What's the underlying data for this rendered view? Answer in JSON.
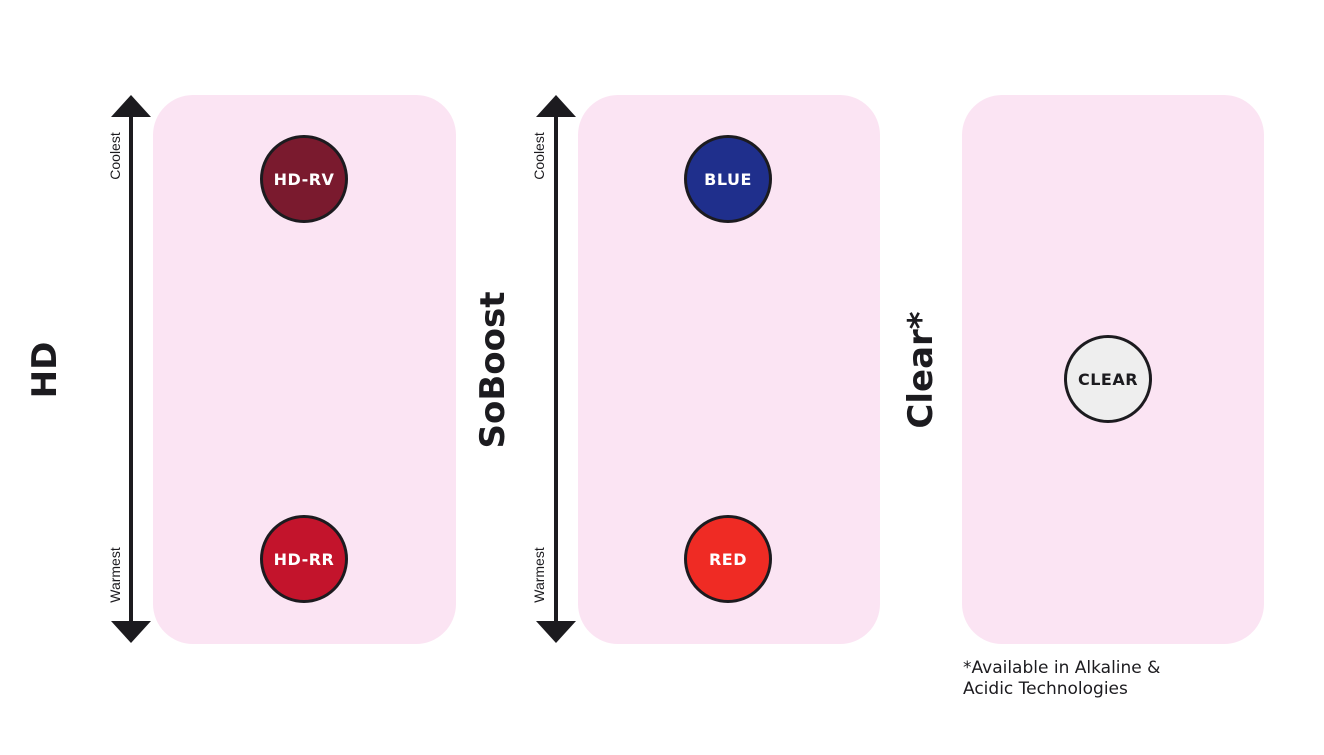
{
  "groups": [
    {
      "title": "HD",
      "axis": {
        "top_label": "Coolest",
        "bottom_label": "Warmest"
      },
      "swatches": [
        {
          "label": "HD-RV",
          "color": "#7a1a2e",
          "text_color": "#ffffff"
        },
        {
          "label": "HD-RR",
          "color": "#c3142c",
          "text_color": "#ffffff"
        }
      ]
    },
    {
      "title": "SoBoost",
      "axis": {
        "top_label": "Coolest",
        "bottom_label": "Warmest"
      },
      "swatches": [
        {
          "label": "BLUE",
          "color": "#1f2f8c",
          "text_color": "#ffffff"
        },
        {
          "label": "RED",
          "color": "#ef2b24",
          "text_color": "#ffffff"
        }
      ]
    },
    {
      "title": "Clear*",
      "swatches": [
        {
          "label": "CLEAR",
          "color": "#eeeeee",
          "text_color": "#1c1b1f"
        }
      ]
    }
  ],
  "footnote": {
    "line1": "*Available in Alkaline &",
    "line2": "Acidic Technologies"
  },
  "colors": {
    "panel": "#fbe4f3",
    "ink": "#1c1b1f"
  }
}
